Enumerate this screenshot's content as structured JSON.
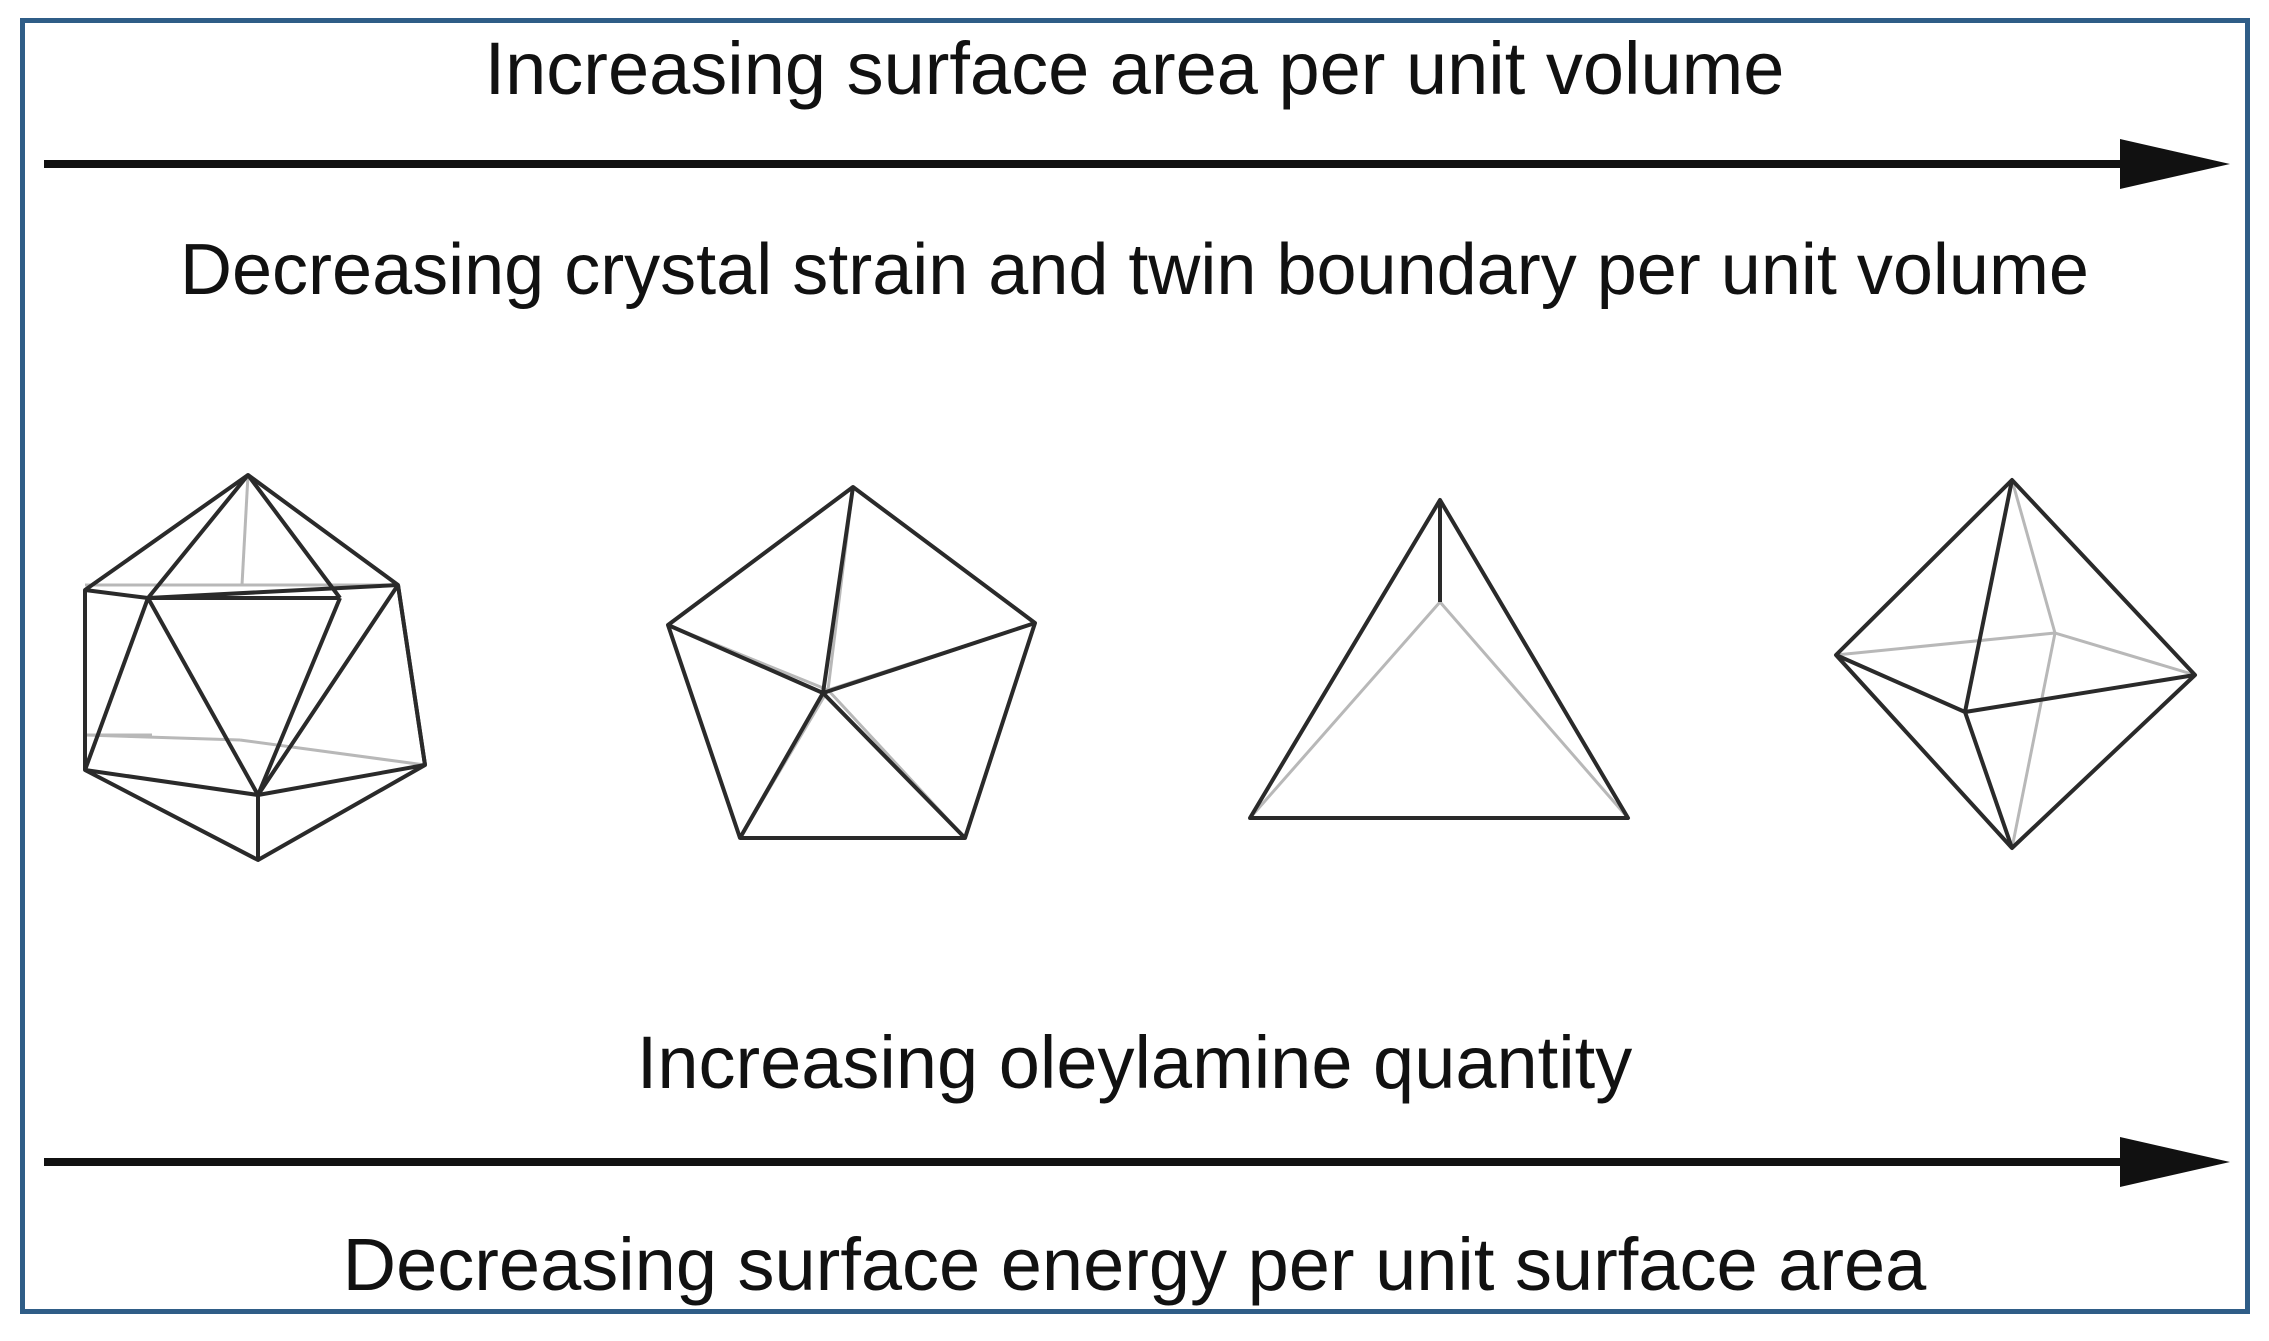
{
  "labels": {
    "top1": "Increasing surface area per unit volume",
    "top2": "Decreasing crystal strain and twin boundary per unit volume",
    "bottom1": "Increasing oleylamine quantity",
    "bottom2": "Decreasing surface energy per unit surface area"
  },
  "colors": {
    "border": "#2f5d87",
    "text": "#111111",
    "edge_front": "#2a2a2a",
    "edge_back": "#b8b8b8"
  },
  "shapes": [
    "icosahedron",
    "decahedron",
    "tetrahedron",
    "octahedron"
  ]
}
